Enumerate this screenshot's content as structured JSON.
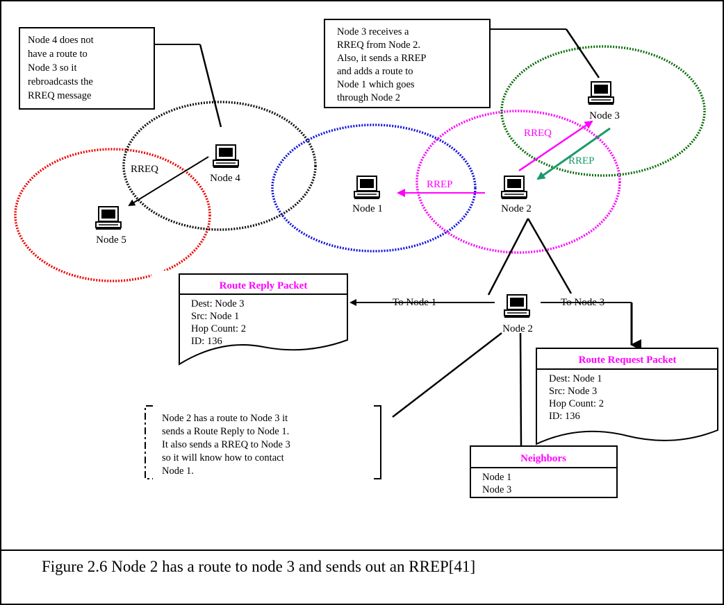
{
  "colors": {
    "magenta": "#ff00ff",
    "green": "#1a9a6a",
    "red": "#ee0000",
    "blue": "#1010dd",
    "dark_green": "#0a6e0a",
    "black": "#000000"
  },
  "nodes": {
    "node1": "Node 1",
    "node2": "Node 2",
    "node3": "Node 3",
    "node4": "Node 4",
    "node5": "Node 5",
    "node2_detail": "Node 2"
  },
  "arrows": {
    "rreq_4_5": "RREQ",
    "rreq_2_3": "RREQ",
    "rrep_3_2": "RREP",
    "rrep_2_1": "RREP",
    "to_node1": "To Node 1",
    "to_node3": "To Node 3"
  },
  "callouts": {
    "node4_note": [
      "Node 4 does not",
      "have a route to",
      "Node 3 so it",
      "rebroadcasts the",
      "RREQ message"
    ],
    "node3_note": [
      "Node 3 receives  a",
      "RREQ from Node 2.",
      "Also, it sends a RREP",
      "and adds a route to",
      "Node 1 which goes",
      "through Node 2"
    ],
    "node2_note": [
      "Node 2 has a route to Node 3 it",
      "sends a Route Reply to Node 1.",
      "It also sends a RREQ to Node 3",
      "so it will know how to contact",
      "Node 1."
    ]
  },
  "route_reply_packet": {
    "title": "Route Reply Packet",
    "lines": [
      "Dest: Node 3",
      "Src: Node 1",
      "Hop Count: 2",
      "ID: 136"
    ]
  },
  "route_request_packet": {
    "title": "Route Request Packet",
    "lines": [
      "Dest: Node 1",
      "Src: Node 3",
      "Hop Count: 2",
      "ID: 136"
    ]
  },
  "neighbors": {
    "title": "Neighbors",
    "lines": [
      "Node 1",
      "Node 3"
    ]
  },
  "caption": "Figure 2.6 Node 2 has a route to node 3 and sends out an RREP[41]"
}
